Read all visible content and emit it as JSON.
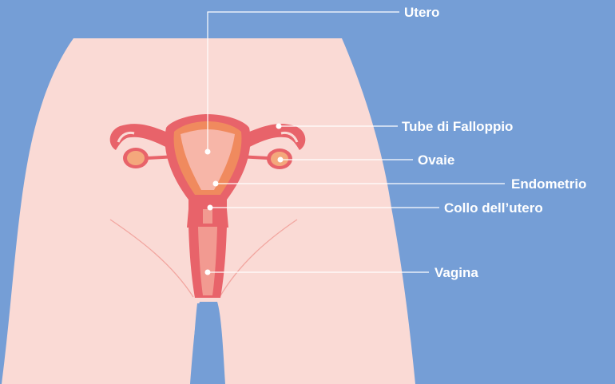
{
  "labels": {
    "utero": "Utero",
    "tube": "Tube di Falloppio",
    "ovaie": "Ovaie",
    "endometrio": "Endometrio",
    "collo": "Collo dell’utero",
    "vagina": "Vagina"
  },
  "colors": {
    "background": "#759ed6",
    "skin": "#fadad5",
    "organ_outer": "#e8636a",
    "organ_inner": "#f29a91",
    "endometrium": "#f08a5e",
    "cavity": "#f7b6a8",
    "ovary": "#f4a87c",
    "label_line": "#ffffff",
    "label_text": "#ffffff"
  }
}
